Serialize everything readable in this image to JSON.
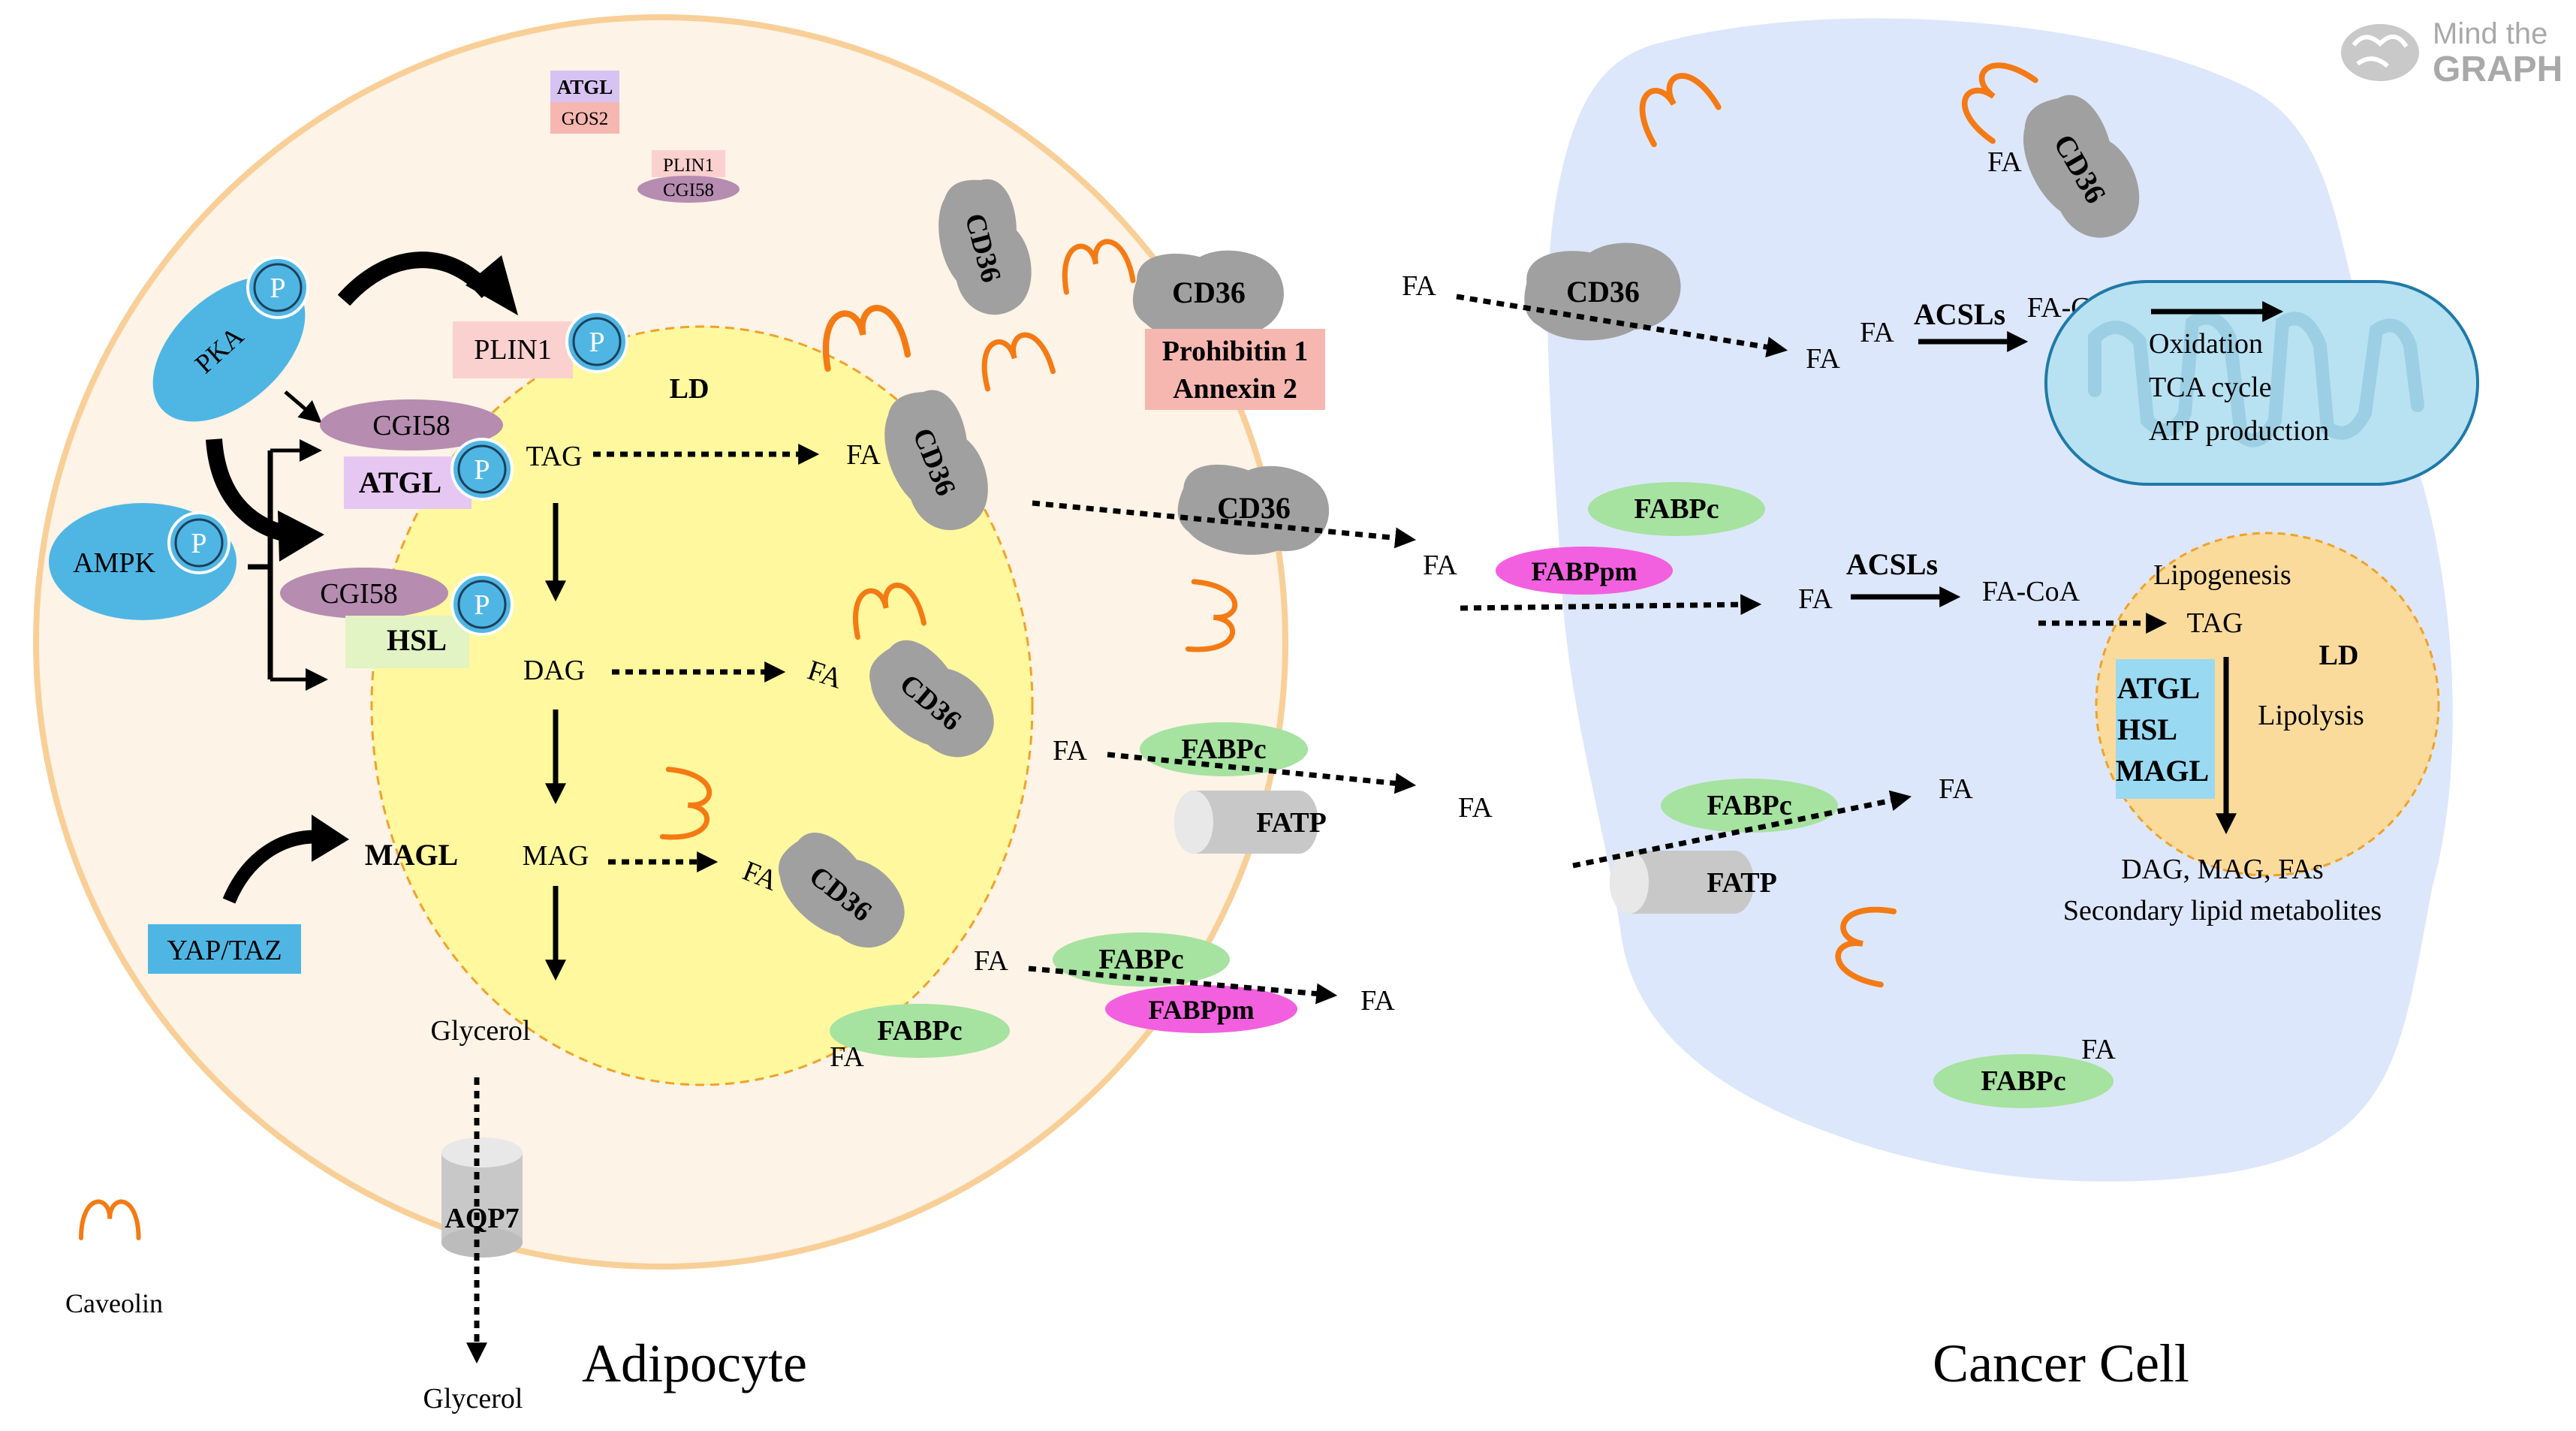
{
  "watermark": {
    "line1": "Mind the",
    "line2": "GRAPH"
  },
  "cells": {
    "adipocyte": "Adipocyte",
    "cancer": "Cancer Cell",
    "ld": "LD"
  },
  "legend": {
    "caveolin": "Caveolin"
  },
  "colors": {
    "adipocyte_fill": "#fdf3e6",
    "adipocyte_border": "#f9cf98",
    "ld_fill": "#fff89e",
    "ld_border": "#f0a22a",
    "cancer_fill": "#dde7fb",
    "caveolin": "#f47a14",
    "protein_grey": "#a0a0a0",
    "kinase_blue": "#4fb6e4",
    "cgi58_purple": "#b68cb1",
    "fabpc_green": "#a6e2a0",
    "fabppm_magenta": "#f260e0",
    "pink_box": "#f7b7b1",
    "mito_fill": "#b8e2f2",
    "cancer_ld_fill": "#fbdb9c"
  },
  "adipocyte": {
    "atgl_top": "ATGL",
    "gos2": "GOS2",
    "plin1_small": "PLIN1",
    "cgi58_small": "CGI58",
    "pka": "PKA",
    "ampk": "AMPK",
    "p": "P",
    "plin1": "PLIN1",
    "cgi58_a": "CGI58",
    "atgl": "ATGL",
    "cgi58_b": "CGI58",
    "hsl": "HSL",
    "magl": "MAGL",
    "yaptaz": "YAP/TAZ",
    "tag": "TAG",
    "dag": "DAG",
    "mag": "MAG",
    "glycerol_in": "Glycerol",
    "glycerol_out": "Glycerol",
    "aqp7": "AQP7",
    "fa": "FA",
    "cd36": "CD36",
    "prohibitin": "Prohibitin 1",
    "annexin": "Annexin 2",
    "fabpc": "FABPc",
    "fabppm": "FABPpm",
    "fatp": "FATP"
  },
  "cancer": {
    "fa": "FA",
    "cd36": "CD36",
    "acsls": "ACSLs",
    "facoa": "FA-CoA",
    "oxidation": "Oxidation",
    "tca": "TCA cycle",
    "atp": "ATP production",
    "fabpc": "FABPc",
    "fabppm": "FABPpm",
    "fatp": "FATP",
    "lipogenesis": "Lipogenesis",
    "tag": "TAG",
    "ld": "LD",
    "atgl": "ATGL",
    "hsl": "HSL",
    "magl": "MAGL",
    "lipolysis": "Lipolysis",
    "products1": "DAG, MAG, FAs",
    "products2": "Secondary lipid metabolites"
  }
}
